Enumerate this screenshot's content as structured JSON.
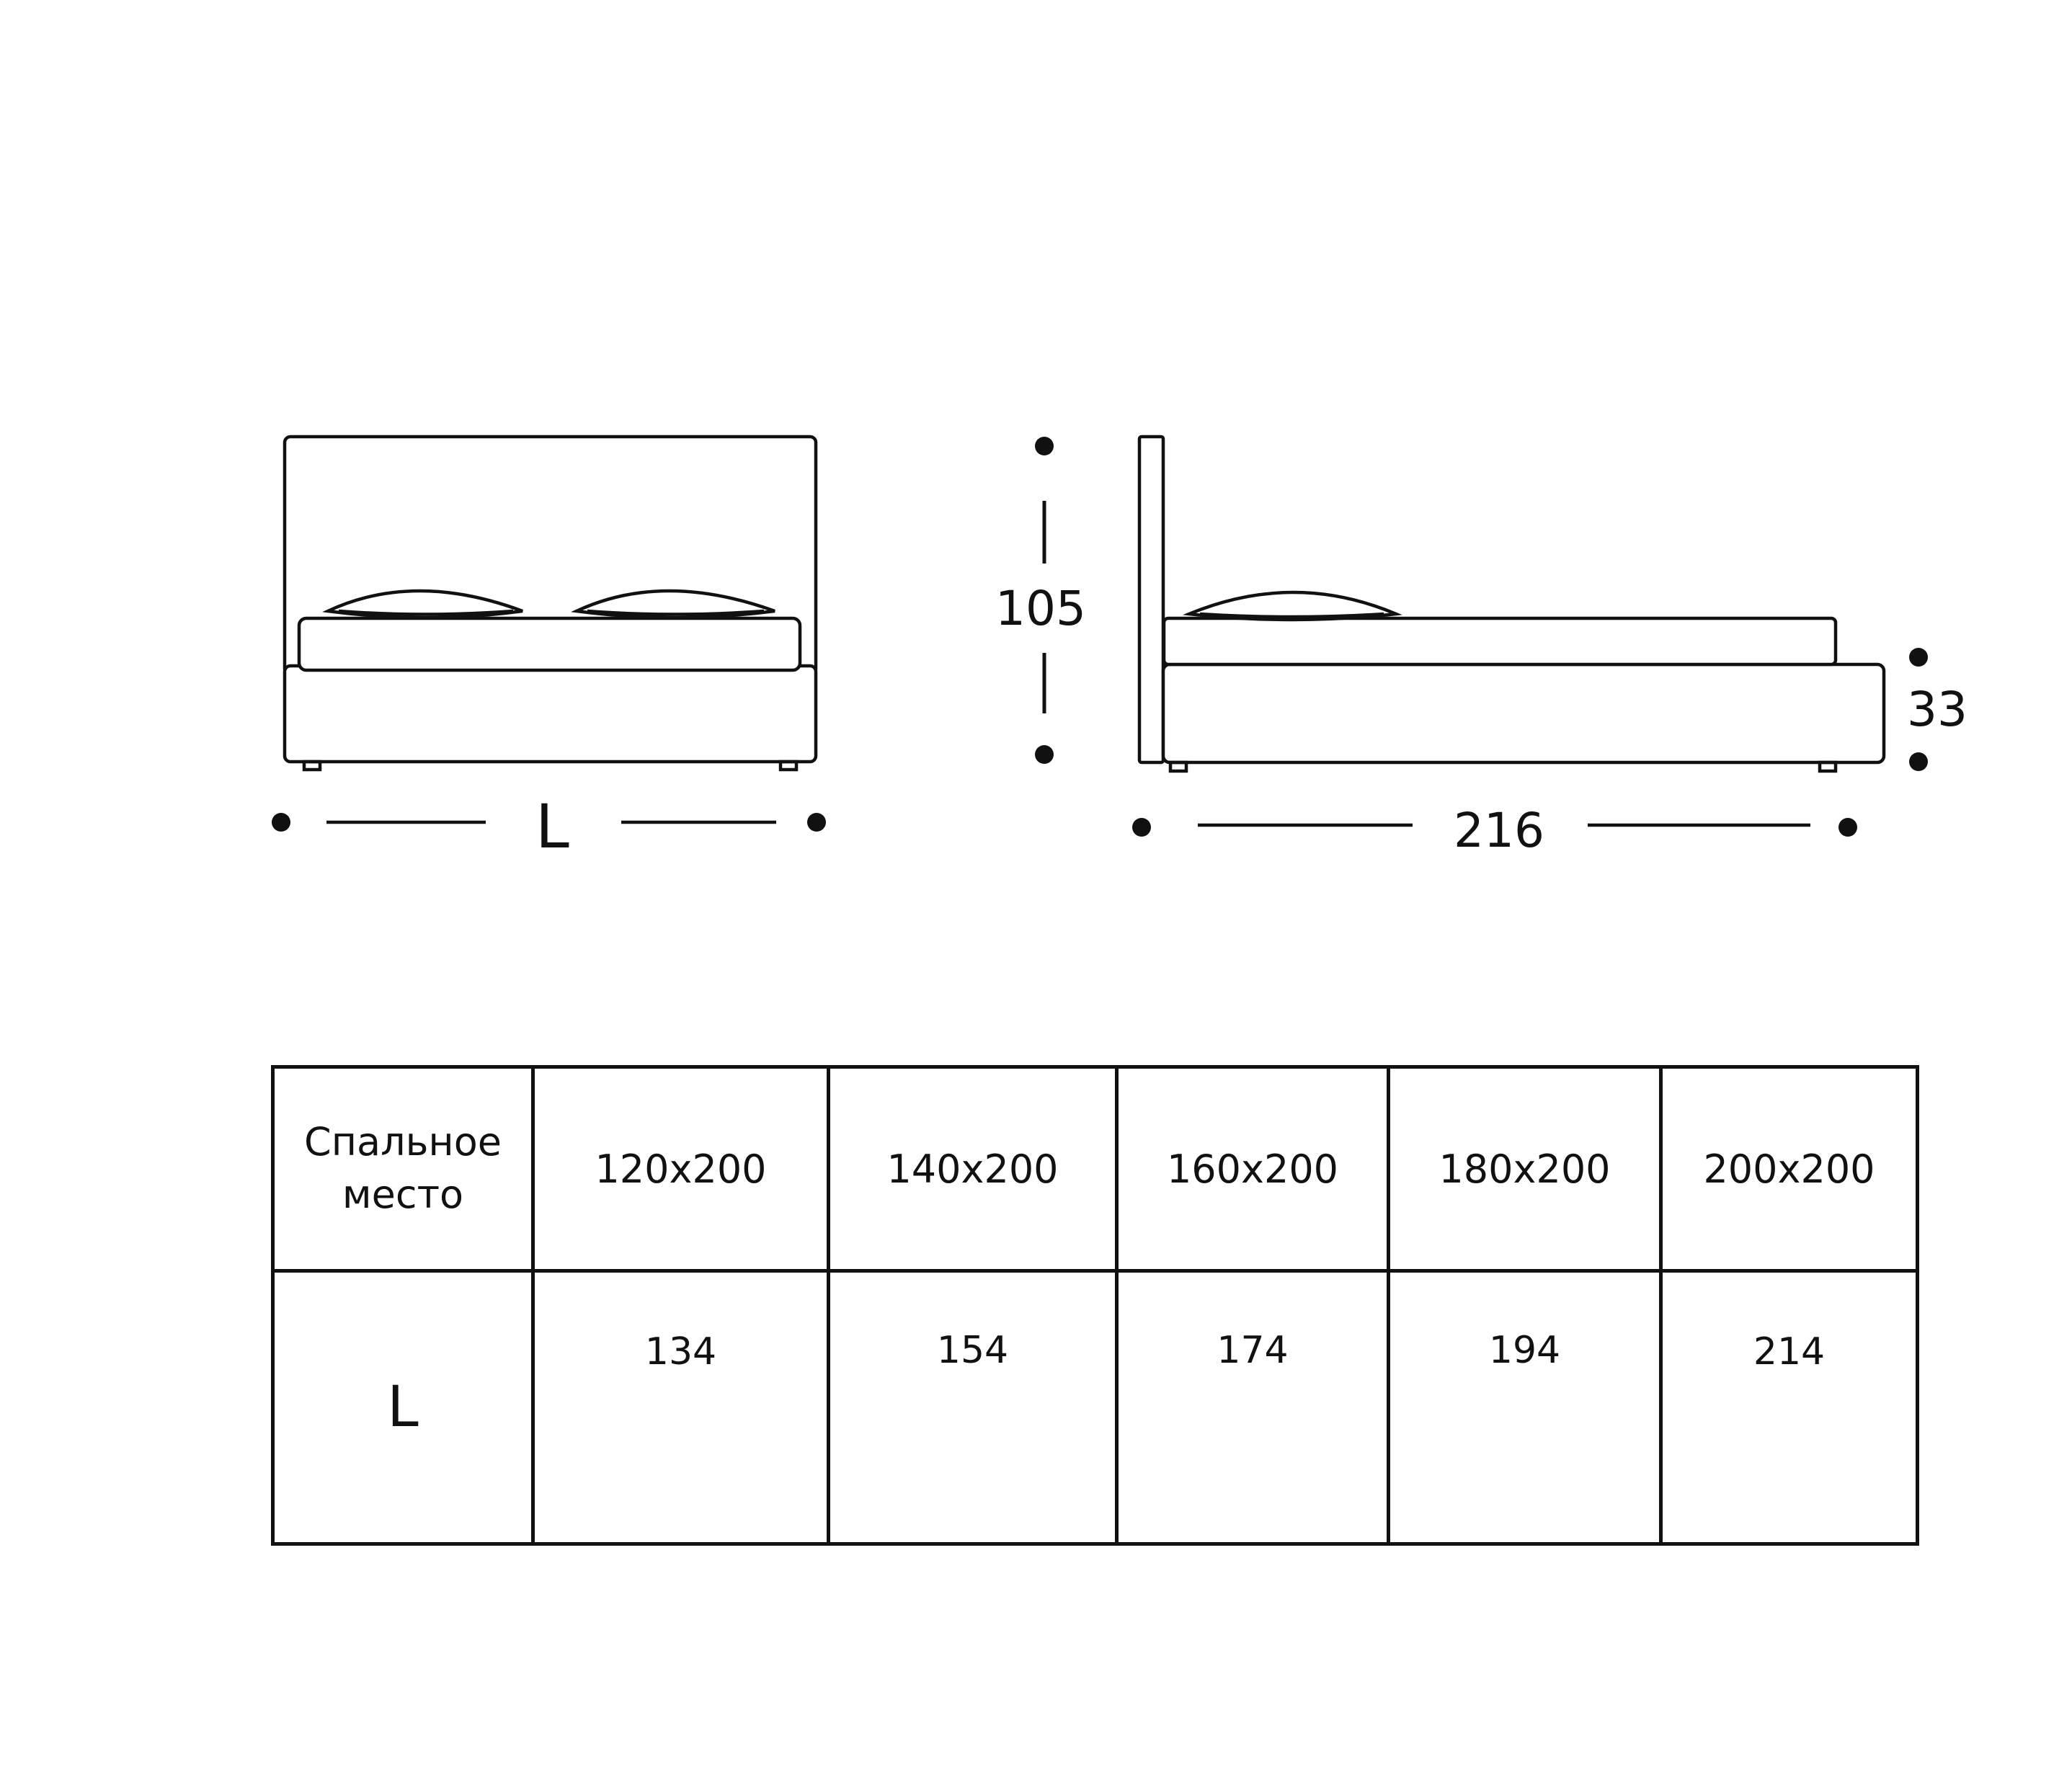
{
  "front_view": {
    "width_label": "L"
  },
  "side_view": {
    "height_label": "105",
    "length_label": "216",
    "base_height_label": "33"
  },
  "size_table": {
    "row1_header": "Спальное место",
    "row2_header": "L",
    "columns": [
      {
        "size": "120x200",
        "L": "134"
      },
      {
        "size": "140x200",
        "L": "154"
      },
      {
        "size": "160x200",
        "L": "174"
      },
      {
        "size": "180x200",
        "L": "194"
      },
      {
        "size": "200x200",
        "L": "214"
      }
    ]
  },
  "colors": {
    "line": "#111111",
    "background": "#ffffff"
  }
}
